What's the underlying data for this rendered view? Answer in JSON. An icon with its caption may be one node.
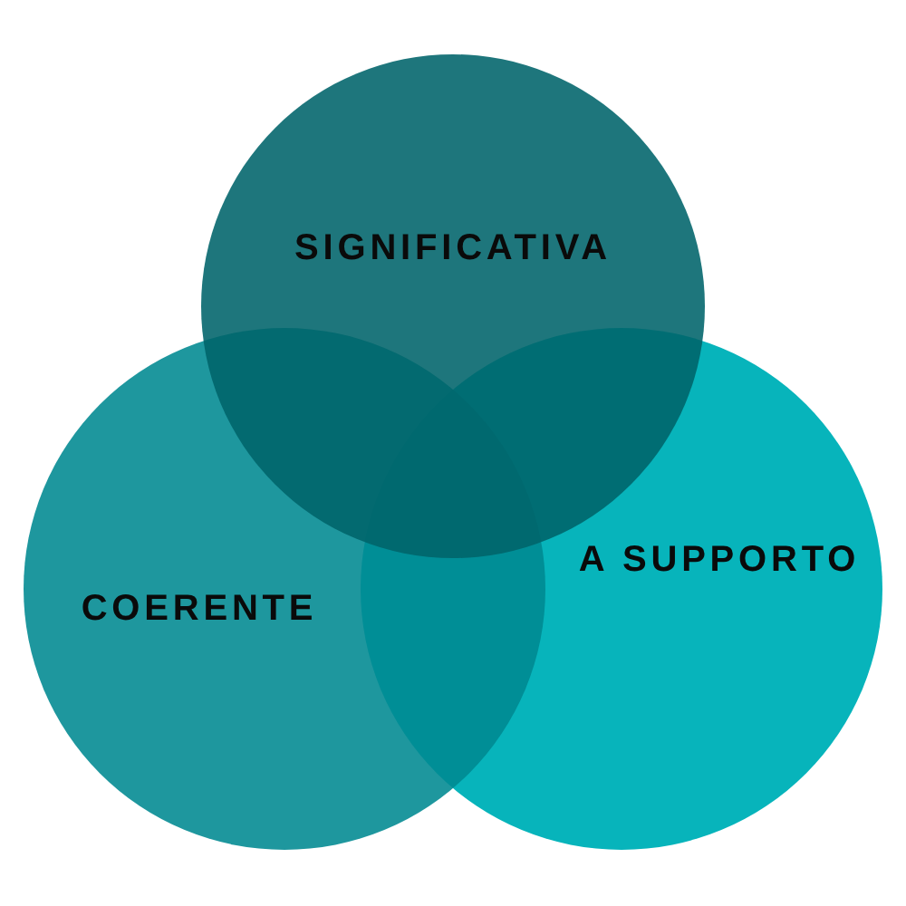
{
  "diagram": {
    "nodes": [
      {
        "text": [
          "SIGNIFICATIVA"
        ]
      },
      {
        "text": [
          "COERENTE"
        ]
      },
      {
        "text": [
          "A SUPPORTO"
        ]
      }
    ]
  }
}
